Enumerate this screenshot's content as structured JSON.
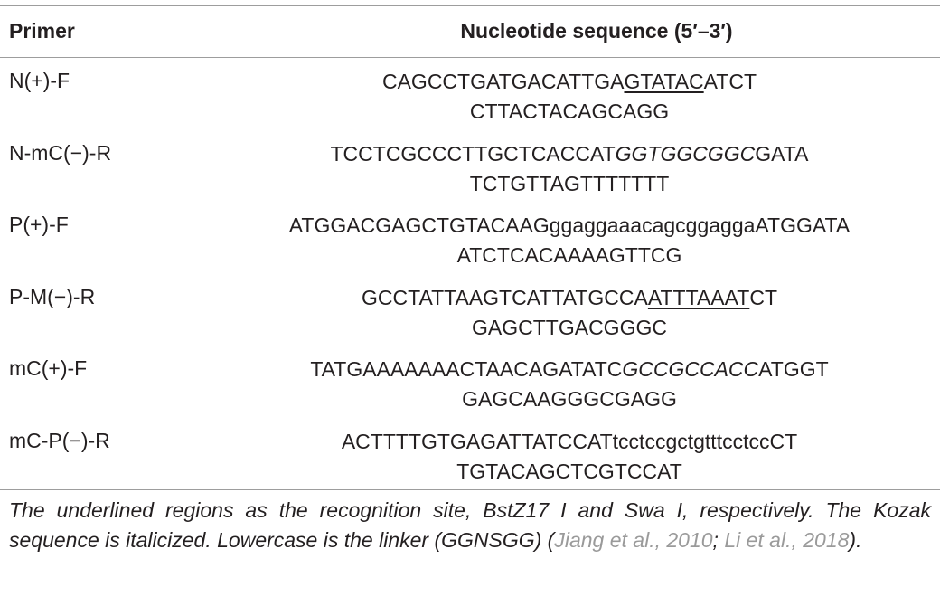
{
  "table": {
    "headers": {
      "primer": "Primer",
      "sequence": "Nucleotide sequence (5′–3′)"
    },
    "rows": [
      {
        "primer": "N(+)-F",
        "line1": [
          {
            "text": "CAGCCTGATGACATTGA",
            "style": "plain"
          },
          {
            "text": "GTATAC",
            "style": "underline"
          },
          {
            "text": "ATCT",
            "style": "plain"
          }
        ],
        "line2": [
          {
            "text": "CTTACTACAGCAGG",
            "style": "plain"
          }
        ]
      },
      {
        "primer": "N-mC(−)-R",
        "line1": [
          {
            "text": "TCCTCGCCCTTGCTCACCAT",
            "style": "plain"
          },
          {
            "text": "GGTGGCGGC",
            "style": "italic"
          },
          {
            "text": "GATA",
            "style": "plain"
          }
        ],
        "line2": [
          {
            "text": "TCTGTTAGTTTTTTT",
            "style": "plain"
          }
        ]
      },
      {
        "primer": "P(+)-F",
        "line1": [
          {
            "text": "ATGGACGAGCTGTACAAGggaggaaacagcggaggaATGGATA",
            "style": "plain"
          }
        ],
        "line2": [
          {
            "text": "ATCTCACAAAAGTTCG",
            "style": "plain"
          }
        ]
      },
      {
        "primer": "P-M(−)-R",
        "line1": [
          {
            "text": "GCCTATTAAGTCATTATGCCA",
            "style": "plain"
          },
          {
            "text": "ATTTAAAT",
            "style": "underline"
          },
          {
            "text": "CT",
            "style": "plain"
          }
        ],
        "line2": [
          {
            "text": "GAGCTTGACGGGC",
            "style": "plain"
          }
        ]
      },
      {
        "primer": "mC(+)-F",
        "line1": [
          {
            "text": "TATGAAAAAAACTAACAGATATC",
            "style": "plain"
          },
          {
            "text": "GCCGCCACC",
            "style": "italic"
          },
          {
            "text": "ATGGT",
            "style": "plain"
          }
        ],
        "line2": [
          {
            "text": "GAGCAAGGGCGAGG",
            "style": "plain"
          }
        ]
      },
      {
        "primer": "mC-P(−)-R",
        "line1": [
          {
            "text": "ACTTTTGTGAGATTATCCATtcctccgctgtttcctccCT",
            "style": "plain"
          }
        ],
        "line2": [
          {
            "text": "TGTACAGCTCGTCCAT",
            "style": "plain"
          }
        ]
      }
    ]
  },
  "footnote": {
    "text1": "The underlined regions as the recognition site, BstZ17 I and Swa I, respectively. The Kozak sequence is italicized. Lowercase is the linker (GGNSGG) (",
    "cite1": "Jiang et al., 2010",
    "sep": "; ",
    "cite2": "Li et al., 2018",
    "text2": ")."
  },
  "colors": {
    "text": "#231f20",
    "rule": "#9d9d9d",
    "citation": "#9a9a9a"
  }
}
